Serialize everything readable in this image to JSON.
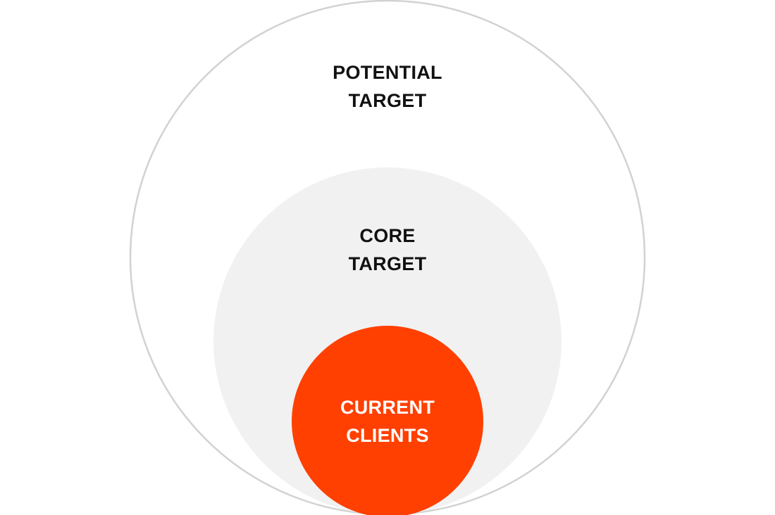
{
  "diagram": {
    "outer_circle": {
      "line1": "POTENTIAL",
      "line2": "TARGET",
      "fill": "#ffffff",
      "stroke": "#d2d2d2",
      "text_color": "#111111"
    },
    "middle_circle": {
      "line1": "CORE",
      "line2": "TARGET",
      "fill": "#f1f1f1",
      "text_color": "#111111"
    },
    "inner_circle": {
      "line1": "CURRENT",
      "line2": "CLIENTS",
      "fill": "#ff4000",
      "text_color": "#ffffff"
    }
  }
}
